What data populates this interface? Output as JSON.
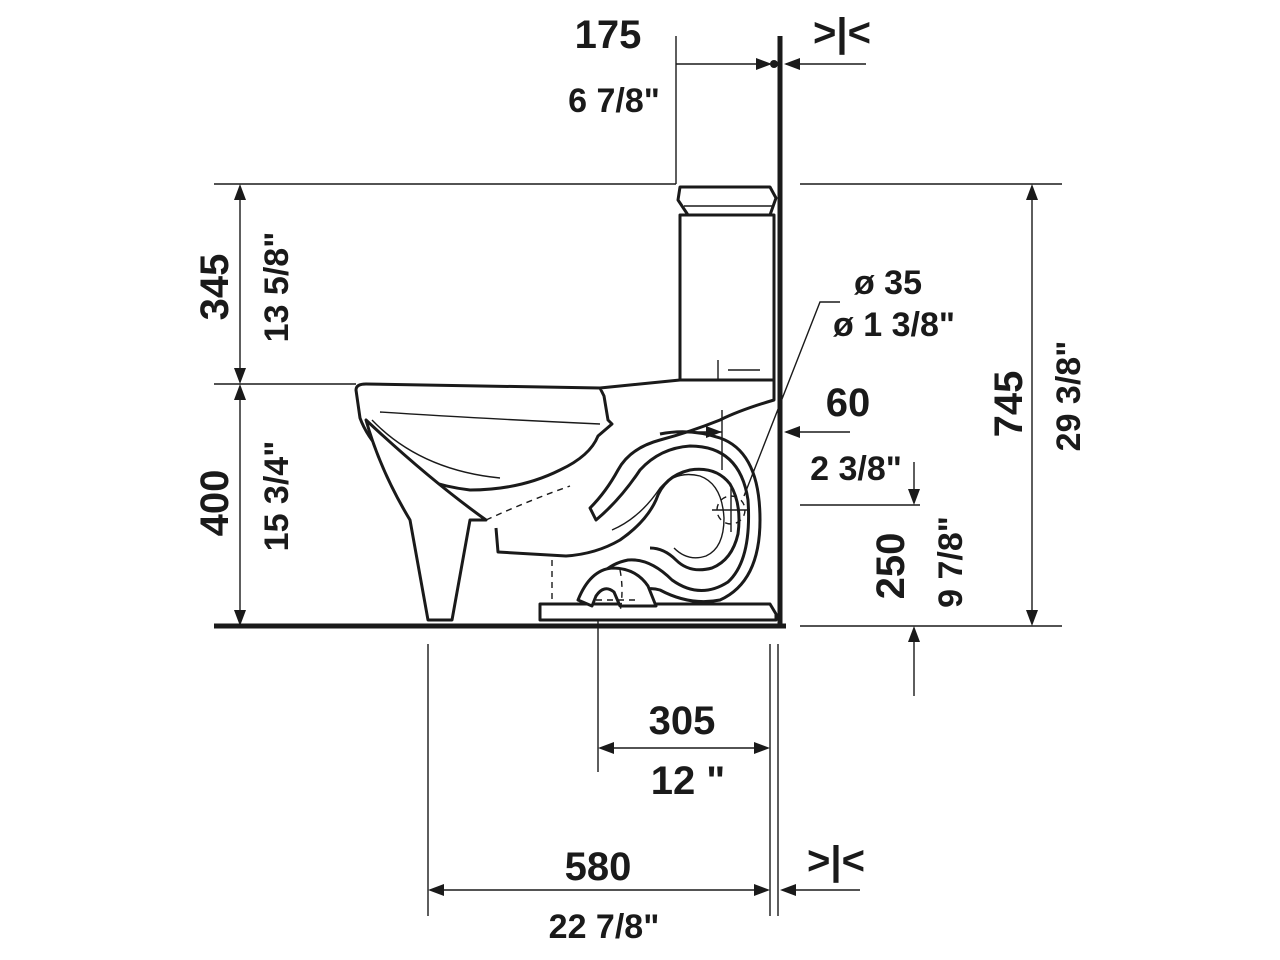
{
  "dimensions": {
    "rear_offset": {
      "mm": "175",
      "in": "6 7/8\""
    },
    "tank_height": {
      "mm": "345",
      "in": "13 5/8\""
    },
    "bowl_height": {
      "mm": "400",
      "in": "15 3/4\""
    },
    "total_height": {
      "mm": "745",
      "in": "29 3/8\""
    },
    "pipe_diameter": {
      "mm": "ø 35",
      "in": "ø 1 3/8\""
    },
    "pipe_wall_offset": {
      "mm": "60",
      "in": "2 3/8\""
    },
    "pipe_height": {
      "mm": "250",
      "in": "9 7/8\""
    },
    "rough_in": {
      "mm": "305",
      "in": "12 \""
    },
    "total_depth": {
      "mm": "580",
      "in": "22 7/8\""
    },
    "wall_gap_top": ">|<",
    "wall_gap_bottom": ">|<"
  }
}
